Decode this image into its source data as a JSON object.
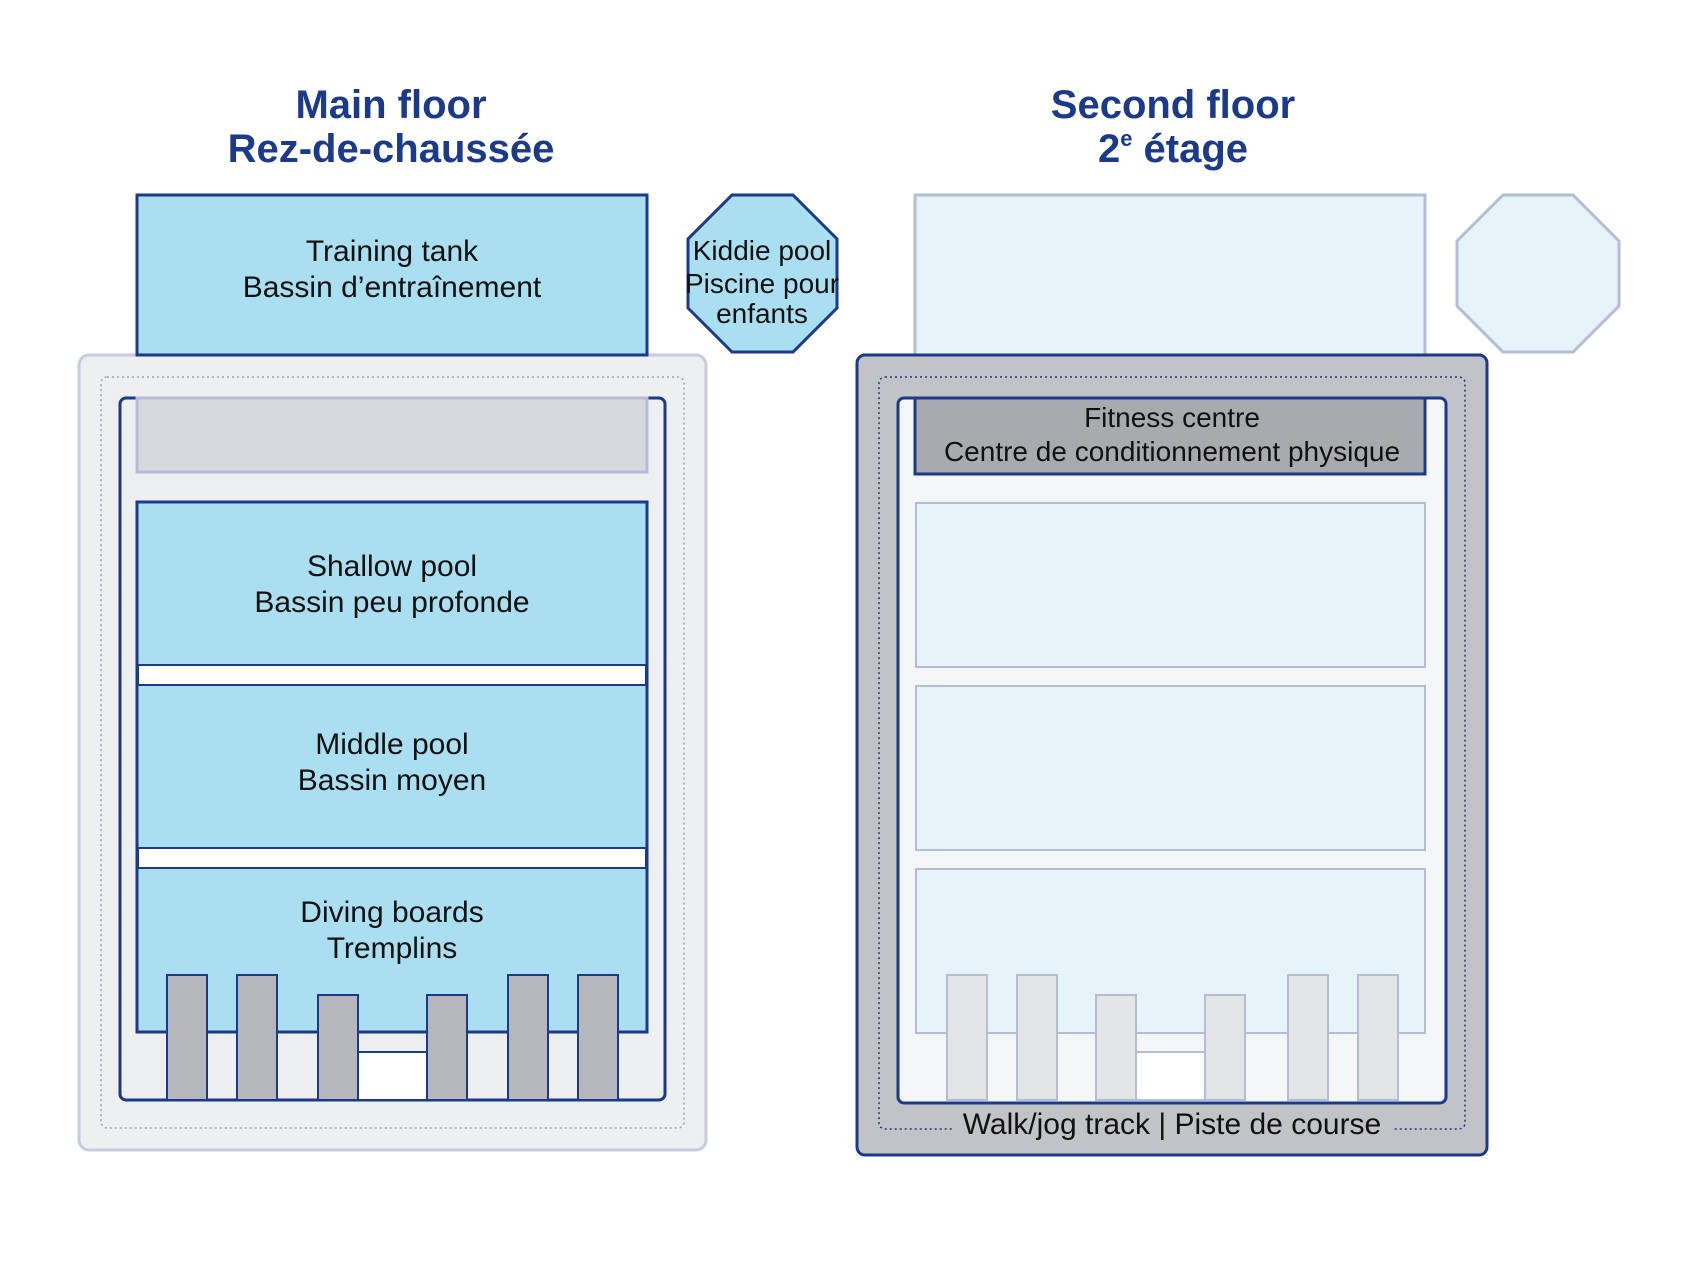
{
  "colors": {
    "navy": "#1b3a8a",
    "water": "#a9dff0",
    "water_faded": "#e4f4f9",
    "deck": "#eeeff1",
    "board_gray": "#b5b7bb",
    "fitness_gray": "#a9aaad",
    "track_gray": "#c2c3c7",
    "faded_border": "#b4bcd8"
  },
  "main_floor": {
    "title_en": "Main floor",
    "title_fr": "Rez-de-chaussée",
    "training_tank": {
      "en": "Training tank",
      "fr": "Bassin d’entraînement"
    },
    "kiddie_pool": {
      "line1": "Kiddie pool",
      "line2": "Piscine pour",
      "line3": "enfants"
    },
    "shallow_pool": {
      "en": "Shallow pool",
      "fr": "Bassin peu profonde"
    },
    "middle_pool": {
      "en": "Middle pool",
      "fr": "Bassin moyen"
    },
    "diving": {
      "en": "Diving boards",
      "fr": "Tremplins"
    }
  },
  "second_floor": {
    "title_en": "Second floor",
    "title_fr_num": "2",
    "title_fr_sup": "e",
    "title_fr_rest": " étage",
    "fitness": {
      "en": "Fitness centre",
      "fr": "Centre de conditionnement physique"
    },
    "track": "Walk/jog track | Piste de course"
  }
}
